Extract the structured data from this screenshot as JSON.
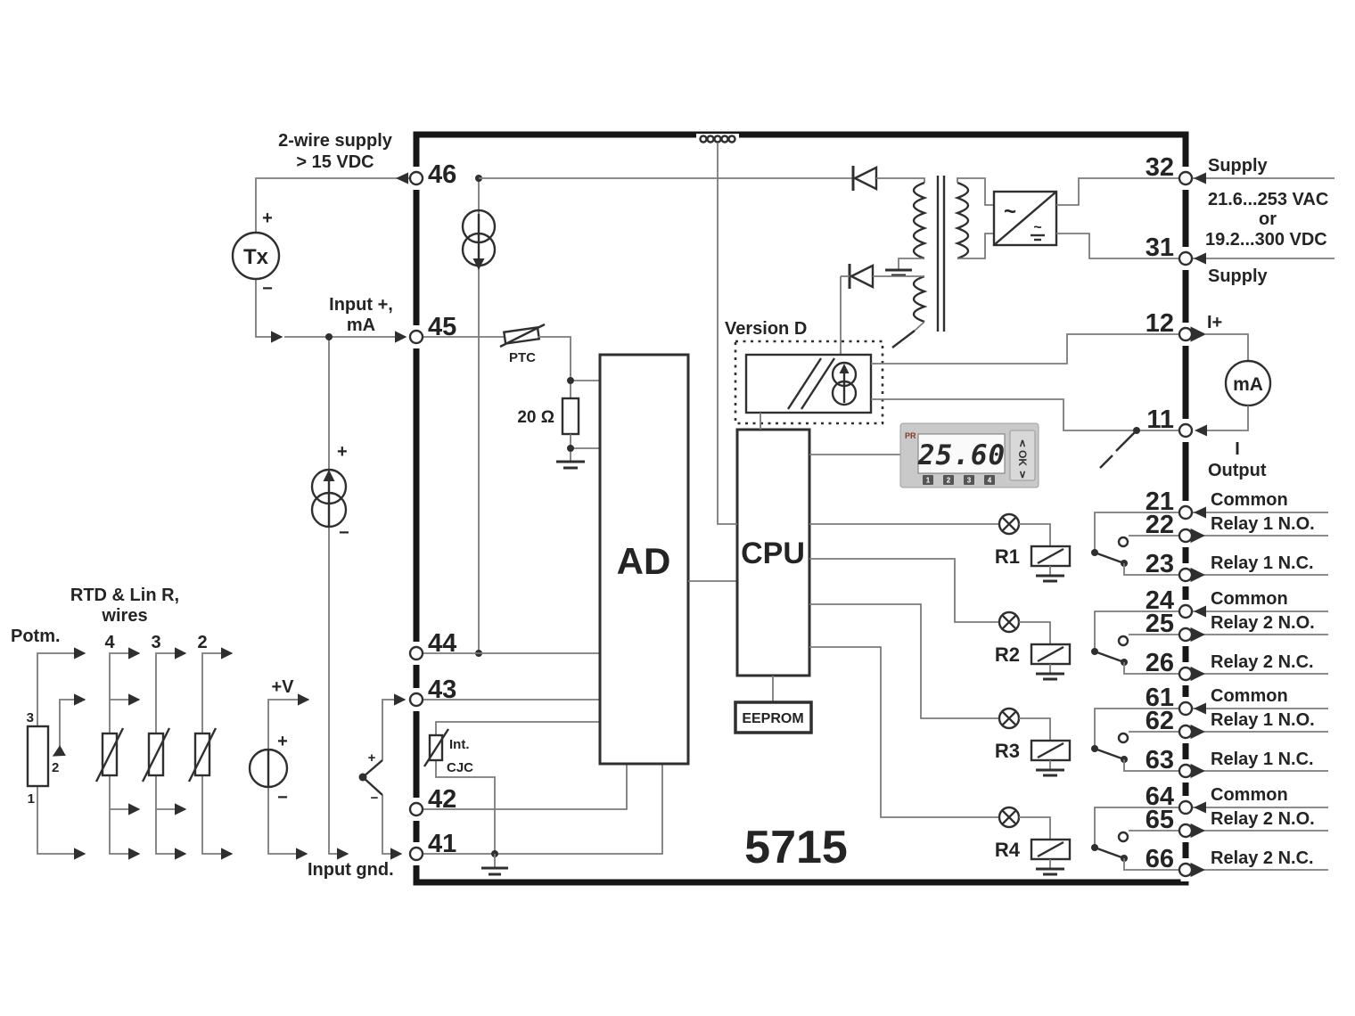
{
  "device": {
    "model": "5715"
  },
  "blocks": {
    "ad": "AD",
    "cpu": "CPU",
    "eeprom": "EEPROM",
    "version_d": "Version D"
  },
  "left": {
    "supply2wire": [
      "2-wire supply",
      "> 15 VDC"
    ],
    "tx": "Tx",
    "input_plus": [
      "Input +,",
      "mA"
    ],
    "input_gnd": "Input gnd.",
    "plus": "+",
    "minus": "−",
    "plus_v": "+V",
    "potm": {
      "label": "Potm.",
      "pins": [
        "3",
        "2",
        "1"
      ]
    },
    "rtd": {
      "title": [
        "RTD & Lin R,",
        "wires"
      ],
      "cols": [
        "4",
        "3",
        "2"
      ]
    }
  },
  "internal": {
    "ptc": "PTC",
    "r20": "20 Ω",
    "cjc": [
      "Int.",
      "CJC"
    ]
  },
  "display": {
    "brand": "PR",
    "value": "25.60",
    "indicators": [
      "1",
      "2",
      "3",
      "4"
    ],
    "buttons": {
      "up": "∧",
      "ok": "OK",
      "down": "∨"
    }
  },
  "right": {
    "supply_top": "Supply",
    "supply_bottom": "Supply",
    "voltage": [
      "21.6...253 VAC",
      "or",
      "19.2...300 VDC"
    ],
    "i_plus": "I+",
    "i": "I",
    "output": "Output",
    "ma_meter": "mA"
  },
  "terminals": {
    "left": [
      "46",
      "45",
      "44",
      "43",
      "42",
      "41"
    ],
    "right_top": [
      "32",
      "31",
      "12",
      "11"
    ],
    "relay": [
      [
        "21",
        "22",
        "23"
      ],
      [
        "24",
        "25",
        "26"
      ],
      [
        "61",
        "62",
        "63"
      ],
      [
        "64",
        "65",
        "66"
      ]
    ]
  },
  "relays": {
    "names": [
      "R1",
      "R2",
      "R3",
      "R4"
    ],
    "groups": [
      {
        "common": "Common",
        "no": "Relay 1 N.O.",
        "nc": "Relay 1 N.C."
      },
      {
        "common": "Common",
        "no": "Relay 2 N.O.",
        "nc": "Relay 2 N.C."
      },
      {
        "common": "Common",
        "no": "Relay 1 N.O.",
        "nc": "Relay 1 N.C."
      },
      {
        "common": "Common",
        "no": "Relay 2 N.O.",
        "nc": "Relay 2 N.C."
      }
    ]
  },
  "colors": {
    "wire": "#7b7b7b",
    "component": "#2f2f2f",
    "wall": "#161616",
    "text": "#242424",
    "display_body": "#c9c9c9",
    "brand_accent": "#7d3b2d"
  }
}
